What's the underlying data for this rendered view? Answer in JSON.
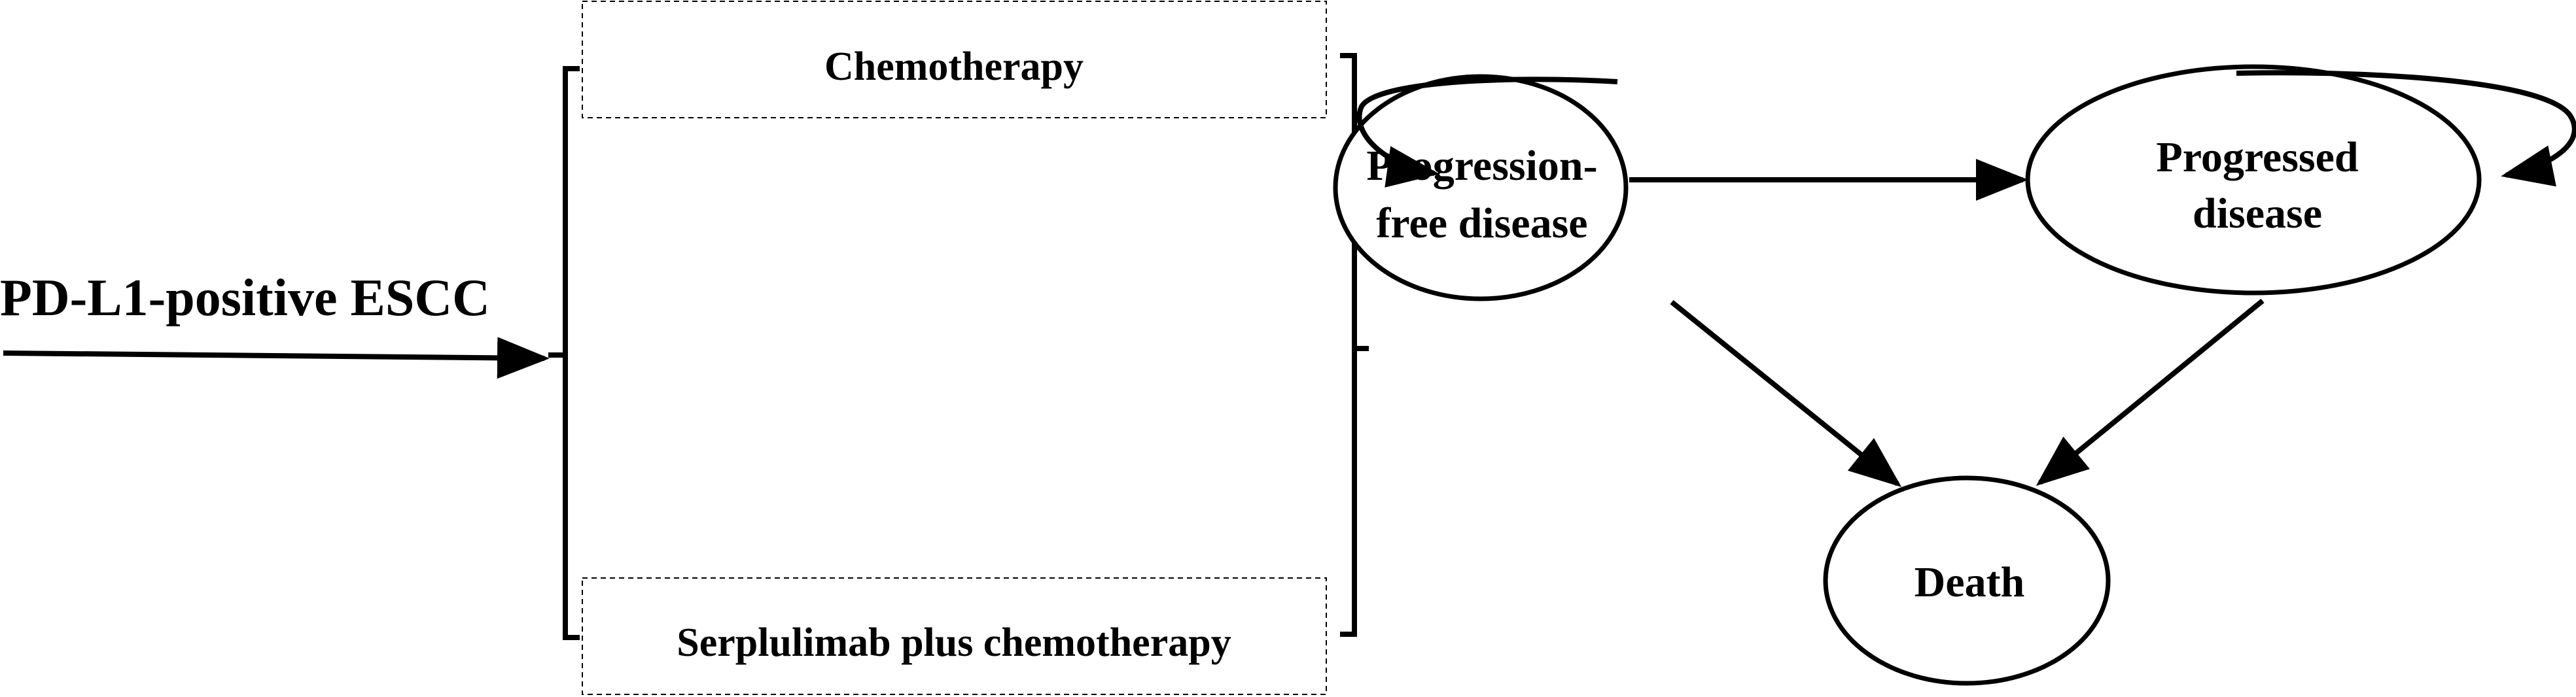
{
  "model": {
    "population_label": "PD-L1-positive ESCC",
    "arms": [
      {
        "label": "Chemotherapy"
      },
      {
        "label": "Serplulimab plus chemotherapy"
      }
    ],
    "states": {
      "pfs": {
        "line1": "Progression-",
        "line2": "free disease"
      },
      "pd": {
        "line1": "Progressed",
        "line2": "disease"
      },
      "death": {
        "label": "Death"
      }
    }
  },
  "colors": {
    "stroke": "#000000",
    "background": "#ffffff",
    "text": "#000000"
  }
}
